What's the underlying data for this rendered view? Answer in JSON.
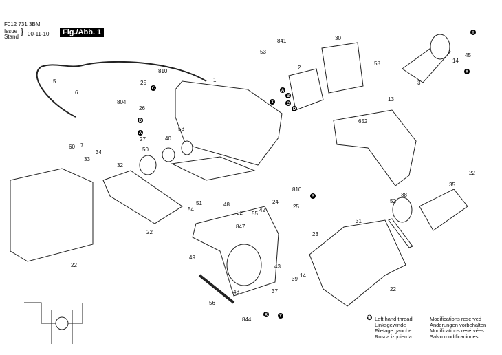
{
  "header": {
    "doc_number": "F012 731 3BM",
    "issue_label": "Issue",
    "stand_label": "Stand",
    "date": "00-11-10",
    "figure": "Fig./Abb. 1"
  },
  "parts": [
    {
      "num": "841"
    },
    {
      "num": "30"
    },
    {
      "num": "53"
    },
    {
      "num": "810"
    },
    {
      "num": "1"
    },
    {
      "num": "2"
    },
    {
      "num": "58"
    },
    {
      "num": "14"
    },
    {
      "num": "45"
    },
    {
      "num": "5"
    },
    {
      "num": "6"
    },
    {
      "num": "25"
    },
    {
      "num": "804"
    },
    {
      "num": "26"
    },
    {
      "num": "3"
    },
    {
      "num": "13"
    },
    {
      "num": "27"
    },
    {
      "num": "60"
    },
    {
      "num": "7"
    },
    {
      "num": "53"
    },
    {
      "num": "40"
    },
    {
      "num": "50"
    },
    {
      "num": "34"
    },
    {
      "num": "33"
    },
    {
      "num": "32"
    },
    {
      "num": "652"
    },
    {
      "num": "22"
    },
    {
      "num": "35"
    },
    {
      "num": "810"
    },
    {
      "num": "38"
    },
    {
      "num": "52"
    },
    {
      "num": "25"
    },
    {
      "num": "24"
    },
    {
      "num": "42"
    },
    {
      "num": "48"
    },
    {
      "num": "22"
    },
    {
      "num": "51"
    },
    {
      "num": "54"
    },
    {
      "num": "55"
    },
    {
      "num": "847"
    },
    {
      "num": "22"
    },
    {
      "num": "23"
    },
    {
      "num": "31"
    },
    {
      "num": "49"
    },
    {
      "num": "22"
    },
    {
      "num": "43"
    },
    {
      "num": "39"
    },
    {
      "num": "14"
    },
    {
      "num": "43"
    },
    {
      "num": "56"
    },
    {
      "num": "844"
    },
    {
      "num": "37"
    },
    {
      "num": "22"
    }
  ],
  "connectors": [
    "A",
    "B",
    "C",
    "D",
    "X",
    "C",
    "D",
    "A",
    "Y",
    "X",
    "B",
    "X",
    "Y"
  ],
  "legend": {
    "left_hand_thread": [
      "Left hand thread",
      "Linksgewinde",
      "Filetage gauche",
      "Rosca izquierda"
    ],
    "modifications": [
      "Modifications reserved",
      "Änderungen vorbehalten",
      "Modifications resérvées",
      "Salvo modificaciones"
    ]
  }
}
